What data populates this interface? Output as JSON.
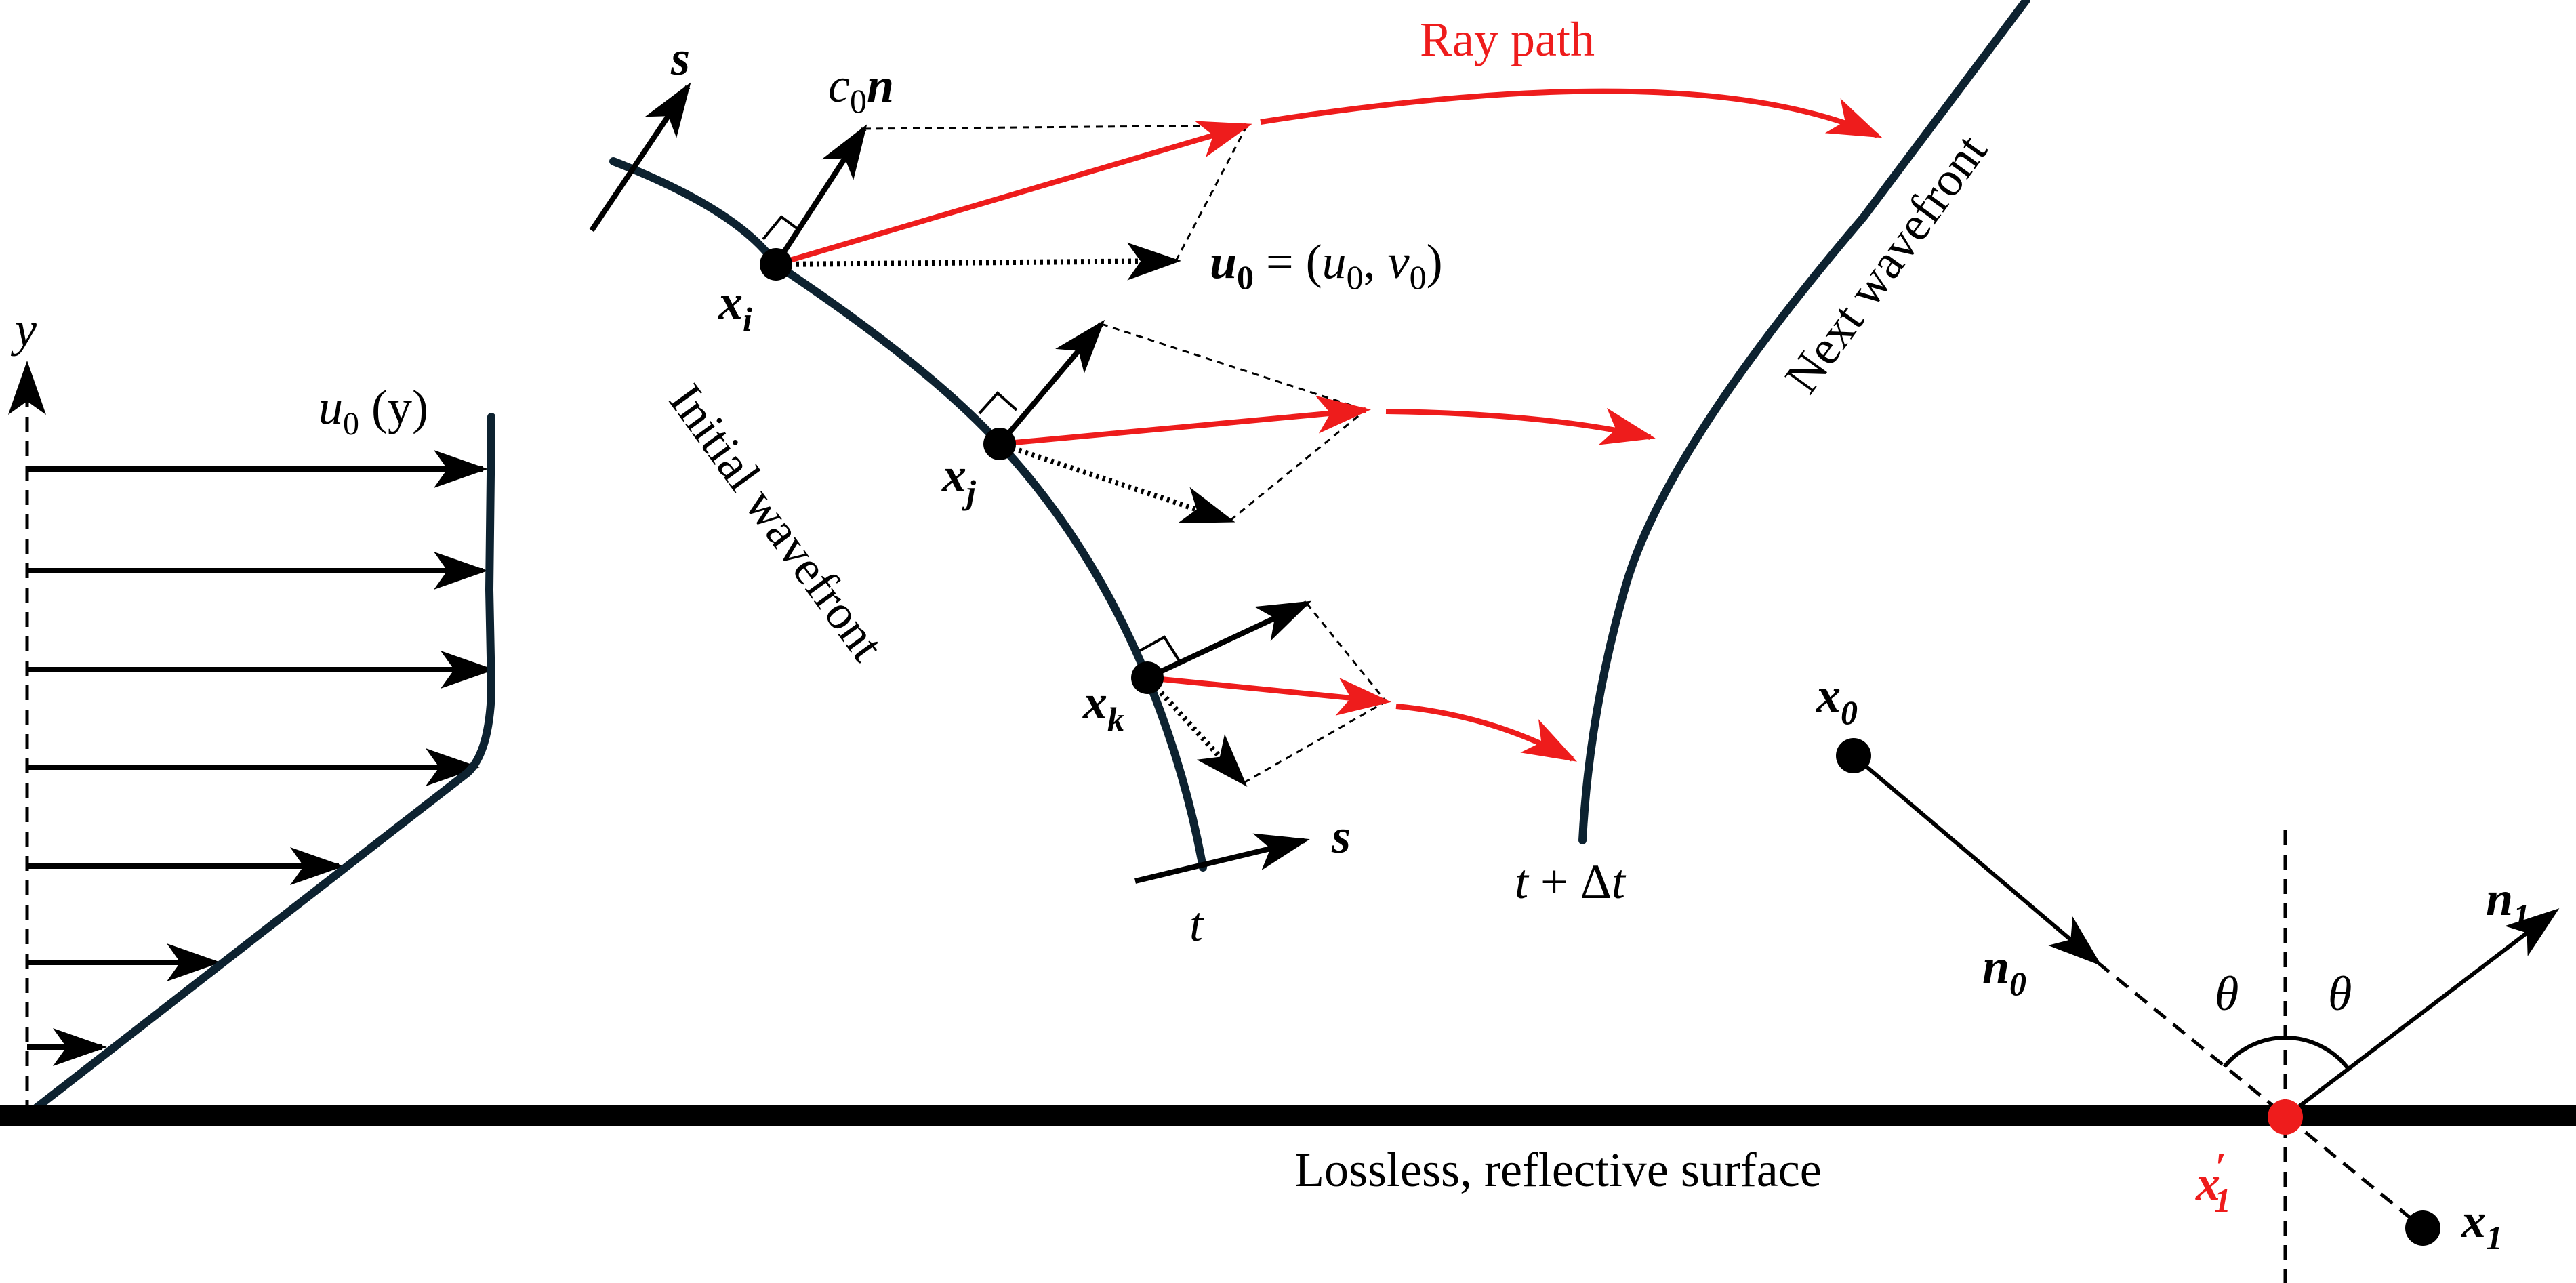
{
  "colors": {
    "background": "#ffffff",
    "ink": "#000000",
    "wavefront": "#0d2230",
    "ray": "#ee1c1c",
    "image_point": "#ee1c1c"
  },
  "labels": {
    "ray_path": "Ray path",
    "next_wavefront": "Next wavefront",
    "initial_wavefront": "Initial wavefront",
    "surface": "Lossless, reflective surface",
    "y_axis": "y",
    "profile_u": "u",
    "profile_sub": "0",
    "profile_arg": " (y)",
    "s": "s",
    "c": "c",
    "c_sub": "0",
    "n": "n",
    "u0_lhs": "u",
    "u0_lhs_sub": "0",
    "u0_eq": " = (",
    "u0_u": "u",
    "u0_u_sub": "0",
    "u0_comma": ", ",
    "u0_v": "v",
    "u0_v_sub": "0",
    "u0_close": ")",
    "x": "x",
    "sub_i": "i",
    "sub_j": "j",
    "sub_k": "k",
    "t": "t",
    "t_dt_t": "t",
    "t_dt_plus": " + Δ",
    "t_dt_t2": "t",
    "x0": "x",
    "x0_sub": "0",
    "n0": "n",
    "n0_sub": "0",
    "n1": "n",
    "n1_sub": "1",
    "x1": "x",
    "x1_sub": "1",
    "x1p": "x",
    "x1p_prime": "′",
    "x1p_sub": "1",
    "theta_left": "θ",
    "theta_right": "θ"
  }
}
